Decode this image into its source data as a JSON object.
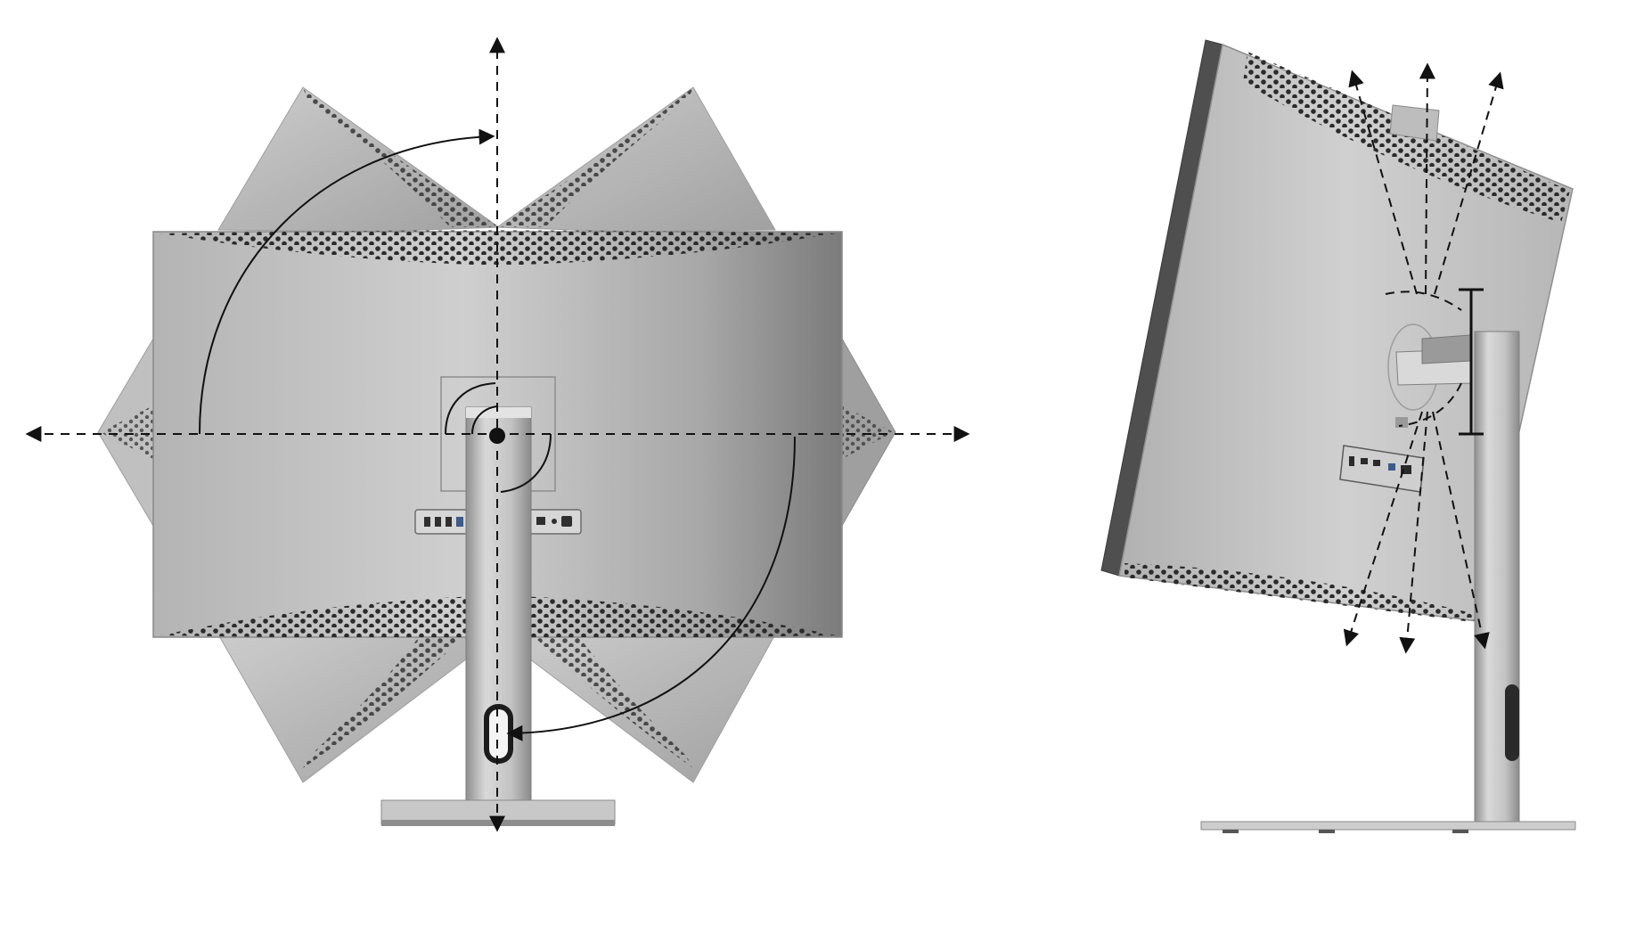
{
  "scene": {
    "background_color": "#ffffff",
    "views": [
      {
        "name": "rear-view",
        "subject": "monitor-back-with-stand",
        "motions": [
          "rotation",
          "pivot",
          "swivel-axis",
          "height-axis"
        ]
      },
      {
        "name": "side-view",
        "subject": "monitor-side-with-stand",
        "motions": [
          "tilt",
          "height-adjustment"
        ]
      }
    ],
    "colors": {
      "panel_light": "#c9c9c9",
      "panel_mid": "#a8a8a8",
      "panel_dark": "#6f6f6f",
      "ghost_panel": "#b9b9b9",
      "perforation": "#2a2a2a",
      "stand_light": "#d6d6d6",
      "stand_dark": "#8e8e8e",
      "bezel": "#555555",
      "arrow": "#111111"
    },
    "icons": [
      "rotate-arrow-icon",
      "tilt-arrow-icon",
      "height-bracket-icon",
      "axis-arrow-icon"
    ]
  }
}
